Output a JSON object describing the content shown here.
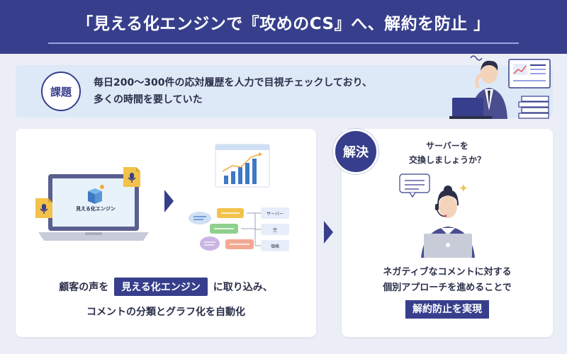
{
  "header": {
    "title": "「見える化エンジンで『攻めのCS』へ、解約を防止 」"
  },
  "issue": {
    "badge": "課題",
    "line1": "毎日200〜300件の応対履歴を人力で目視チェックしており、",
    "line2": "多くの時間を要していた"
  },
  "left_panel": {
    "laptop_label": "見える化エンジン",
    "tree_labels": [
      "サーバー",
      "空",
      "価格"
    ],
    "desc_before": "顧客の声を",
    "desc_highlight": "見える化エンジン",
    "desc_after": "に取り込み、",
    "desc_line2": "コメントの分類とグラフ化を自動化"
  },
  "right_panel": {
    "badge": "解決",
    "bubble_line1": "サーバーを",
    "bubble_line2": "交換しましょうか？",
    "desc_line1": "ネガティブなコメントに対する",
    "desc_line2": "個別アプローチを進めることで",
    "desc_highlight": "解約防止を実現"
  },
  "colors": {
    "brand": "#373f8c",
    "issue_bg": "#dde9f6",
    "page_bg": "#eceef7",
    "file_yellow": "#f2c24a",
    "chart_blue": "#3f78c4"
  }
}
